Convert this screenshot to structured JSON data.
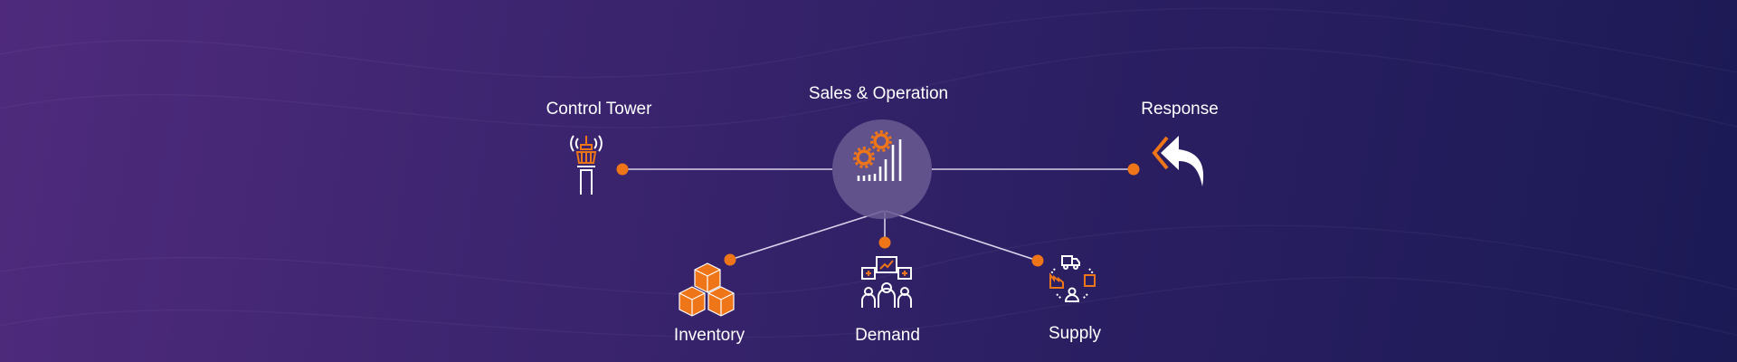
{
  "diagram": {
    "center": {
      "label": "Sales & Operation",
      "icon": "gears-bar-chart-icon"
    },
    "nodes": [
      {
        "label": "Control Tower",
        "icon": "control-tower-icon"
      },
      {
        "label": "Response",
        "icon": "reply-arrow-icon"
      },
      {
        "label": "Inventory",
        "icon": "boxes-icon"
      },
      {
        "label": "Demand",
        "icon": "people-chart-icon"
      },
      {
        "label": "Supply",
        "icon": "supply-cycle-icon"
      }
    ]
  },
  "colors": {
    "accent": "#ee7518",
    "line": "#d8d2ea",
    "circle": "#6a5b93"
  }
}
